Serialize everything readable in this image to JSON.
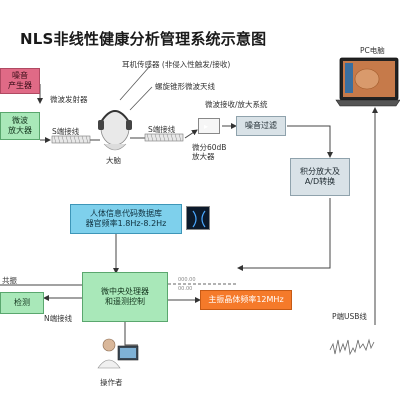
{
  "title": "NLS非线性健康分析管理系统示意图",
  "diagram": {
    "boxes": {
      "noise_generator": "噪音\n产生器",
      "micro_amp": "微波\n放大器",
      "noise_filter": "噪音过滤",
      "integral_amp": "积分放大及\nA/D转换",
      "human_info": "人体信息代码数据库\n器官频率1.8Hz-8.2Hz",
      "cpu": "微中央处理器\n和遥测控制",
      "main_oscillator": "主振晶体频率12MHz",
      "left_partial": "检测"
    },
    "labels": {
      "microwave_emitter": "微波发射器",
      "headset_sensor": "耳机传感器  (非侵入性触发/接收)",
      "spiral_antenna": "螺旋锥形微波天线",
      "receiver_system": "微波接收/放大系统",
      "s_cable_1": "S端接线",
      "s_cable_2": "S端接线",
      "brain": "大脑",
      "amp_60db": "微分60dB\n放大器",
      "pc_monitor": "PC电脑",
      "resonance": "共振",
      "n_cable": "N端接线",
      "p_usb": "P端USB线",
      "operator": "操作者"
    }
  }
}
